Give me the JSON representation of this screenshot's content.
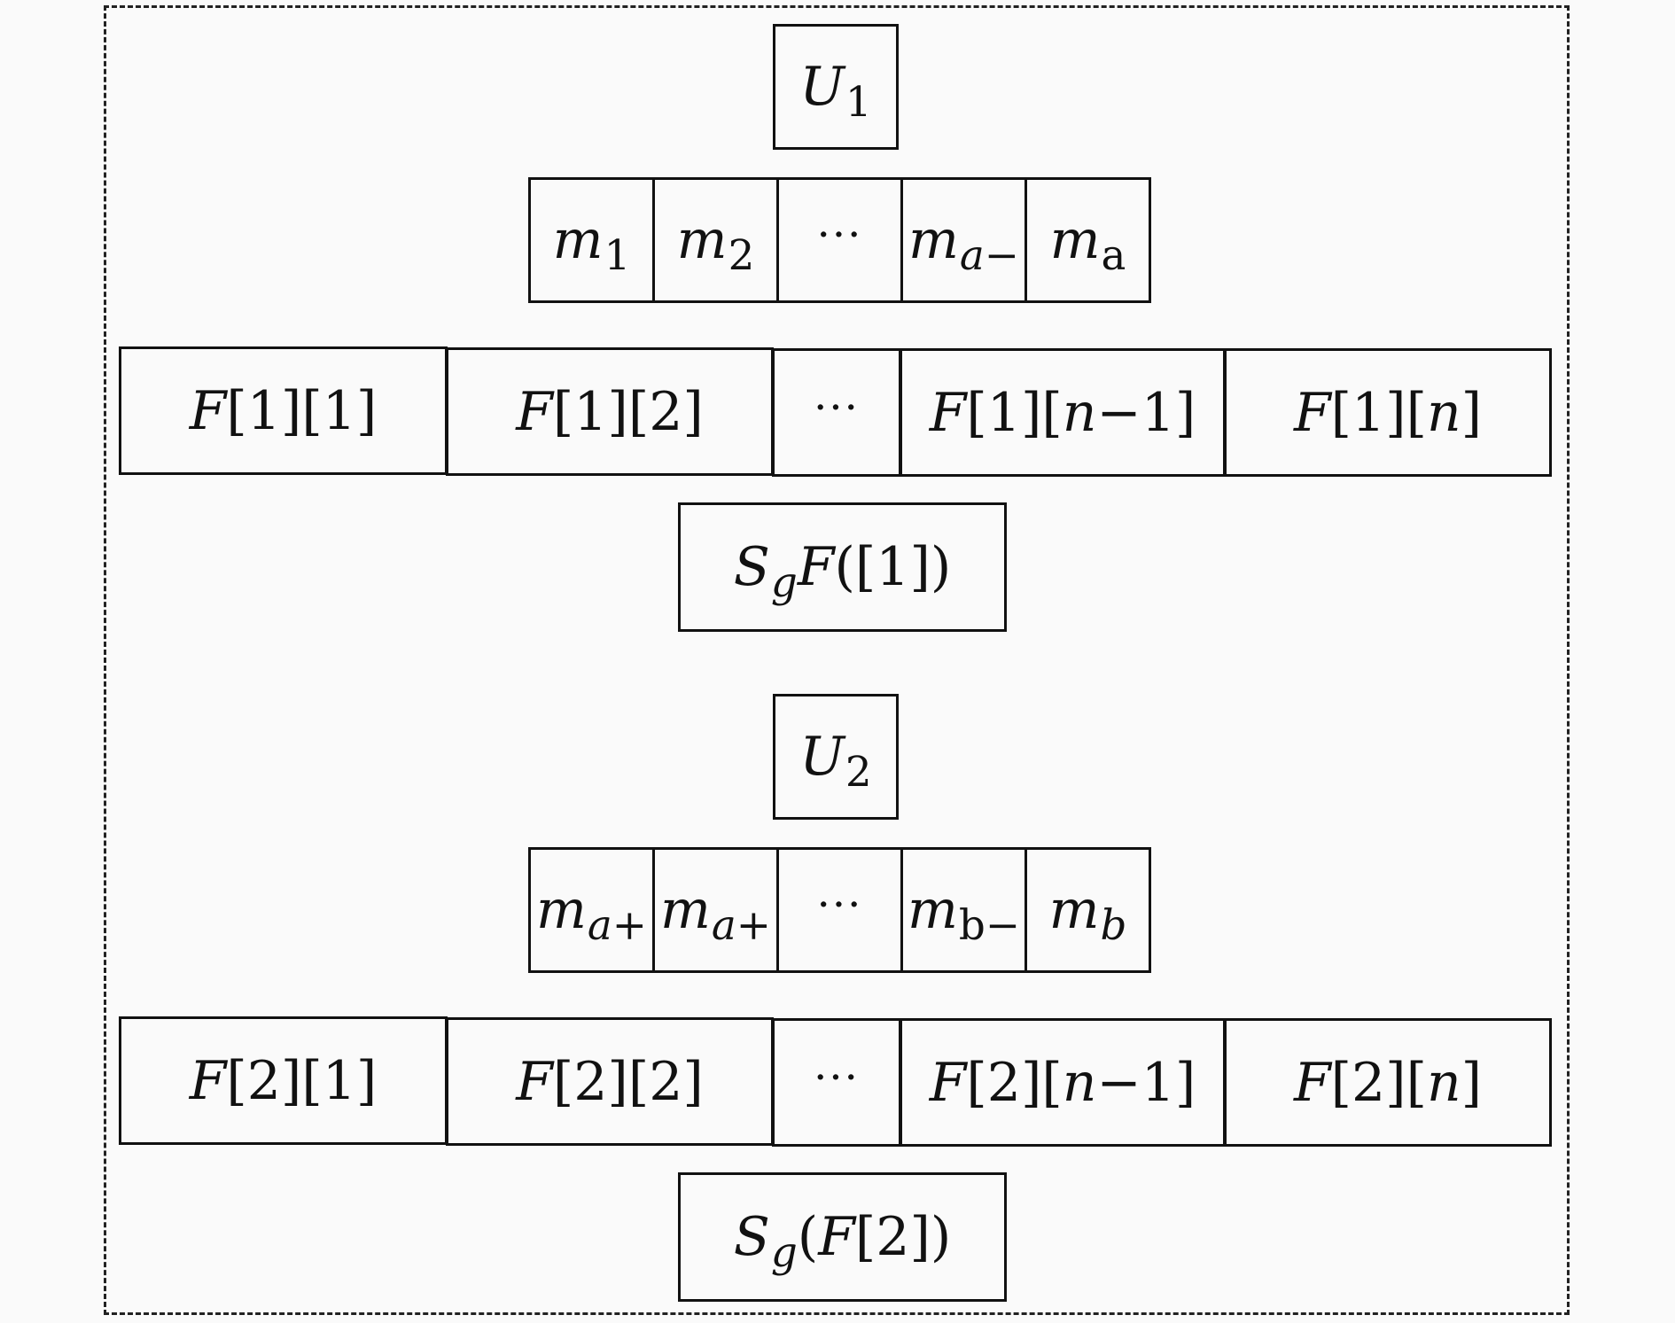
{
  "groups": [
    {
      "user": {
        "base": "U",
        "sub": "1"
      },
      "messages": [
        {
          "base": "m",
          "sub": "1",
          "sub_italic": false
        },
        {
          "base": "m",
          "sub": "2",
          "sub_italic": false
        },
        {
          "base": "",
          "sub": "",
          "dots": "···"
        },
        {
          "base": "m",
          "sub": "a−",
          "sub_italic": true
        },
        {
          "base": "m",
          "sub": "a",
          "sub_italic": false
        }
      ],
      "fragments": [
        {
          "f": "F",
          "idx": "[1][1]"
        },
        {
          "f": "F",
          "idx": "[1][2]"
        },
        {
          "dots": "···"
        },
        {
          "f": "F",
          "idx": "[1][",
          "n": "n",
          "tail": "−1]"
        },
        {
          "f": "F",
          "idx": "[1][",
          "n": "n",
          "tail": "]"
        }
      ],
      "signature": {
        "s": "S",
        "g": "g",
        "rest_f": "F",
        "rest": "([1])",
        "pre": ""
      }
    },
    {
      "user": {
        "base": "U",
        "sub": "2"
      },
      "messages": [
        {
          "base": "m",
          "sub": "a+",
          "sub_italic": true
        },
        {
          "base": "m",
          "sub": "a+",
          "sub_italic": true
        },
        {
          "base": "",
          "sub": "",
          "dots": "···"
        },
        {
          "base": "m",
          "sub": "b−",
          "sub_italic": false
        },
        {
          "base": "m",
          "sub": "b",
          "sub_italic": true
        }
      ],
      "fragments": [
        {
          "f": "F",
          "idx": "[2][1]"
        },
        {
          "f": "F",
          "idx": "[2][2]"
        },
        {
          "dots": "···"
        },
        {
          "f": "F",
          "idx": "[2][",
          "n": "n",
          "tail": "−1]"
        },
        {
          "f": "F",
          "idx": "[2][",
          "n": "n",
          "tail": "]"
        }
      ],
      "signature": {
        "s": "S",
        "g": "g",
        "pre": "(",
        "rest_f": "F",
        "rest": "[2])"
      }
    }
  ]
}
